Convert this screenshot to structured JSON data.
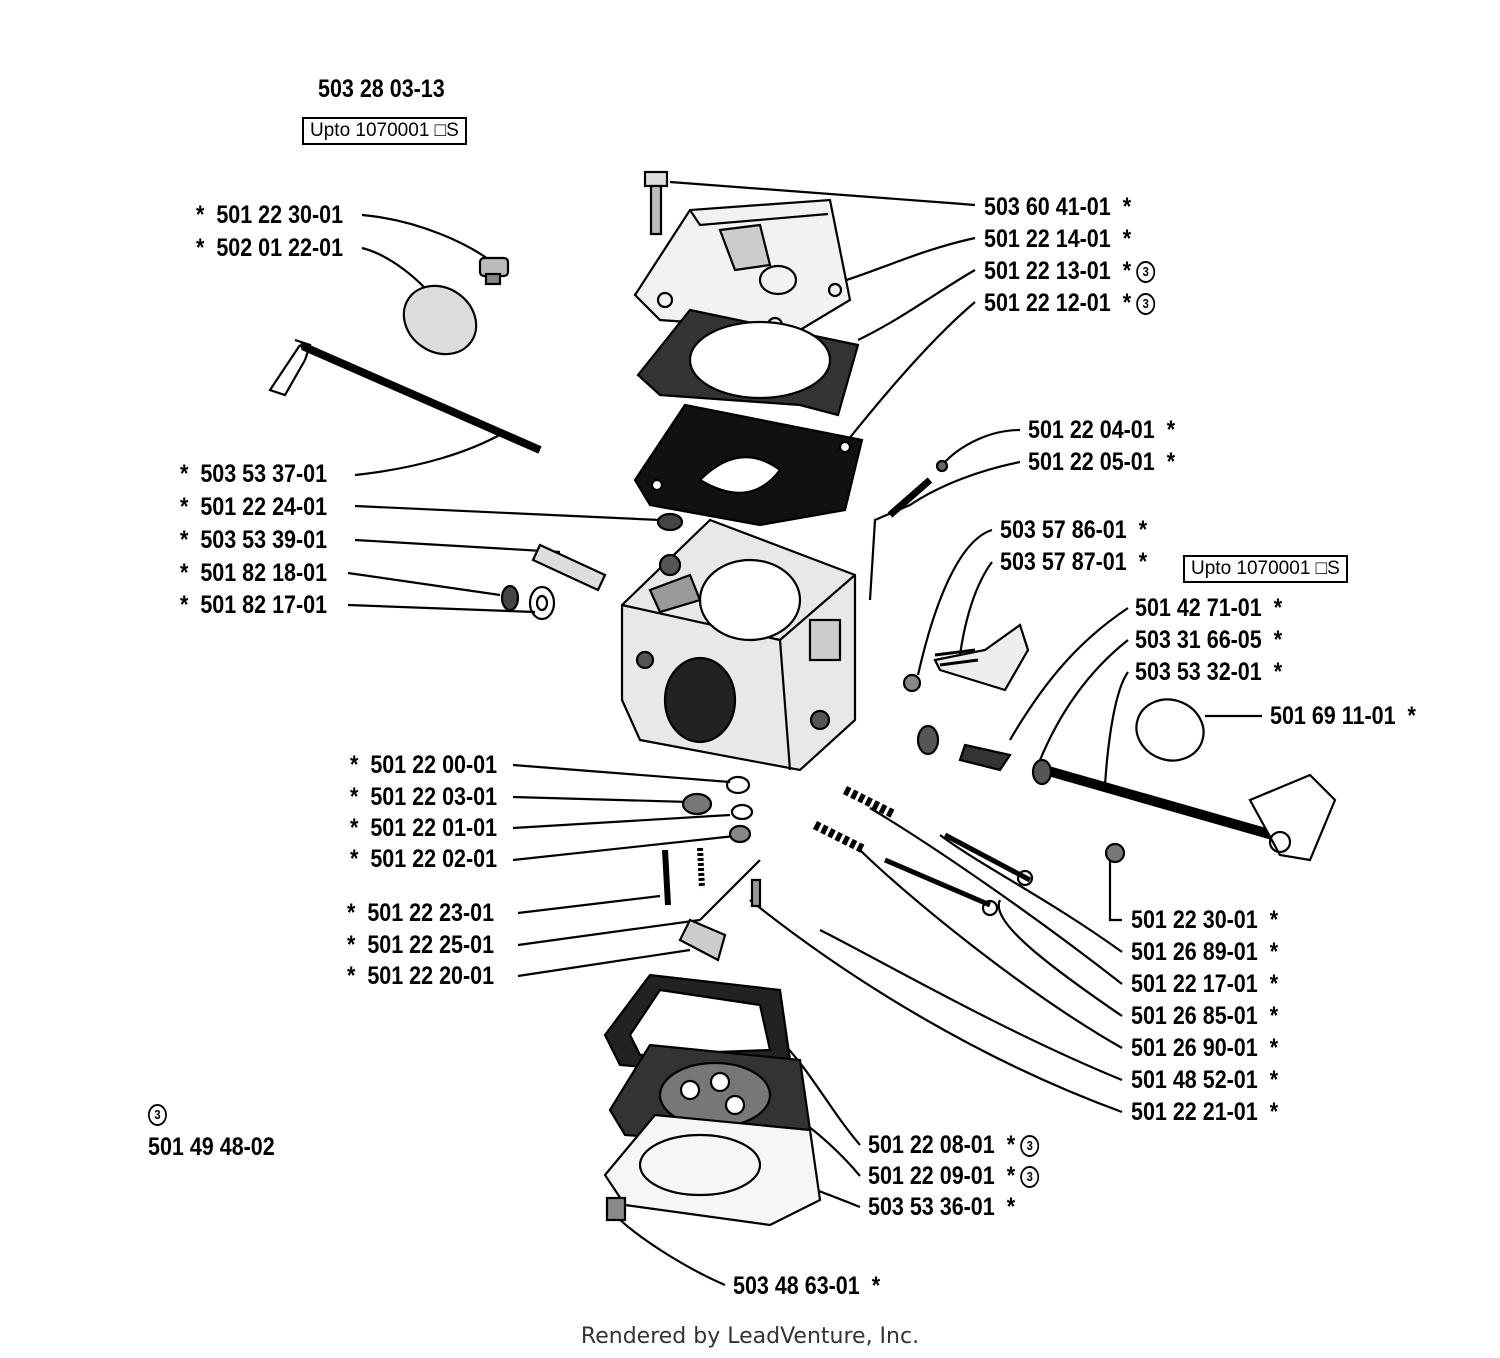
{
  "header": {
    "kit_number": "503 28 03-13",
    "serial_note": "Upto 1070001 □S"
  },
  "right_serial_note": "Upto 1070001 □S",
  "marker": {
    "symbol": "3",
    "kit_number": "501 49 48-02"
  },
  "parts": [
    {
      "id": "p1",
      "number": "501 22 30-01",
      "star": "*"
    },
    {
      "id": "p2",
      "number": "502 01 22-01",
      "star": "*"
    },
    {
      "id": "p3",
      "number": "503 53 37-01",
      "star": "*"
    },
    {
      "id": "p4",
      "number": "501 22 24-01",
      "star": "*"
    },
    {
      "id": "p5",
      "number": "503 53 39-01",
      "star": "*"
    },
    {
      "id": "p6",
      "number": "501 82 18-01",
      "star": "*"
    },
    {
      "id": "p7",
      "number": "501 82 17-01",
      "star": "*"
    },
    {
      "id": "p8",
      "number": "501 22 00-01",
      "star": "*"
    },
    {
      "id": "p9",
      "number": "501 22 03-01",
      "star": "*"
    },
    {
      "id": "p10",
      "number": "501 22 01-01",
      "star": "*"
    },
    {
      "id": "p11",
      "number": "501 22 02-01",
      "star": "*"
    },
    {
      "id": "p12",
      "number": "501 22 23-01",
      "star": "*"
    },
    {
      "id": "p13",
      "number": "501 22 25-01",
      "star": "*"
    },
    {
      "id": "p14",
      "number": "501 22 20-01",
      "star": "*"
    },
    {
      "id": "p15",
      "number": "503 60 41-01",
      "star": "*"
    },
    {
      "id": "p16",
      "number": "501 22 14-01",
      "star": "*"
    },
    {
      "id": "p17",
      "number": "501 22 13-01",
      "star": "*",
      "marker": "3"
    },
    {
      "id": "p18",
      "number": "501 22 12-01",
      "star": "*",
      "marker": "3"
    },
    {
      "id": "p19",
      "number": "501 22 04-01",
      "star": "*"
    },
    {
      "id": "p20",
      "number": "501 22 05-01",
      "star": "*"
    },
    {
      "id": "p21",
      "number": "503 57 86-01",
      "star": "*"
    },
    {
      "id": "p22",
      "number": "503 57 87-01",
      "star": "*"
    },
    {
      "id": "p23",
      "number": "501 42 71-01",
      "star": "*"
    },
    {
      "id": "p24",
      "number": "503 31 66-05",
      "star": "*"
    },
    {
      "id": "p25",
      "number": "503 53 32-01",
      "star": "*"
    },
    {
      "id": "p26",
      "number": "501 69 11-01",
      "star": "*"
    },
    {
      "id": "p27",
      "number": "501 22 30-01",
      "star": "*"
    },
    {
      "id": "p28",
      "number": "501 26 89-01",
      "star": "*"
    },
    {
      "id": "p29",
      "number": "501 22 17-01",
      "star": "*"
    },
    {
      "id": "p30",
      "number": "501 26 85-01",
      "star": "*"
    },
    {
      "id": "p31",
      "number": "501 26 90-01",
      "star": "*"
    },
    {
      "id": "p32",
      "number": "501 48 52-01",
      "star": "*"
    },
    {
      "id": "p33",
      "number": "501 22 21-01",
      "star": "*"
    },
    {
      "id": "p34",
      "number": "501 22 08-01",
      "star": "*",
      "marker": "3"
    },
    {
      "id": "p35",
      "number": "501 22 09-01",
      "star": "*",
      "marker": "3"
    },
    {
      "id": "p36",
      "number": "503 53 36-01",
      "star": "*"
    },
    {
      "id": "p37",
      "number": "503 48 63-01",
      "star": "*"
    }
  ],
  "footer": "Rendered by LeadVenture, Inc."
}
